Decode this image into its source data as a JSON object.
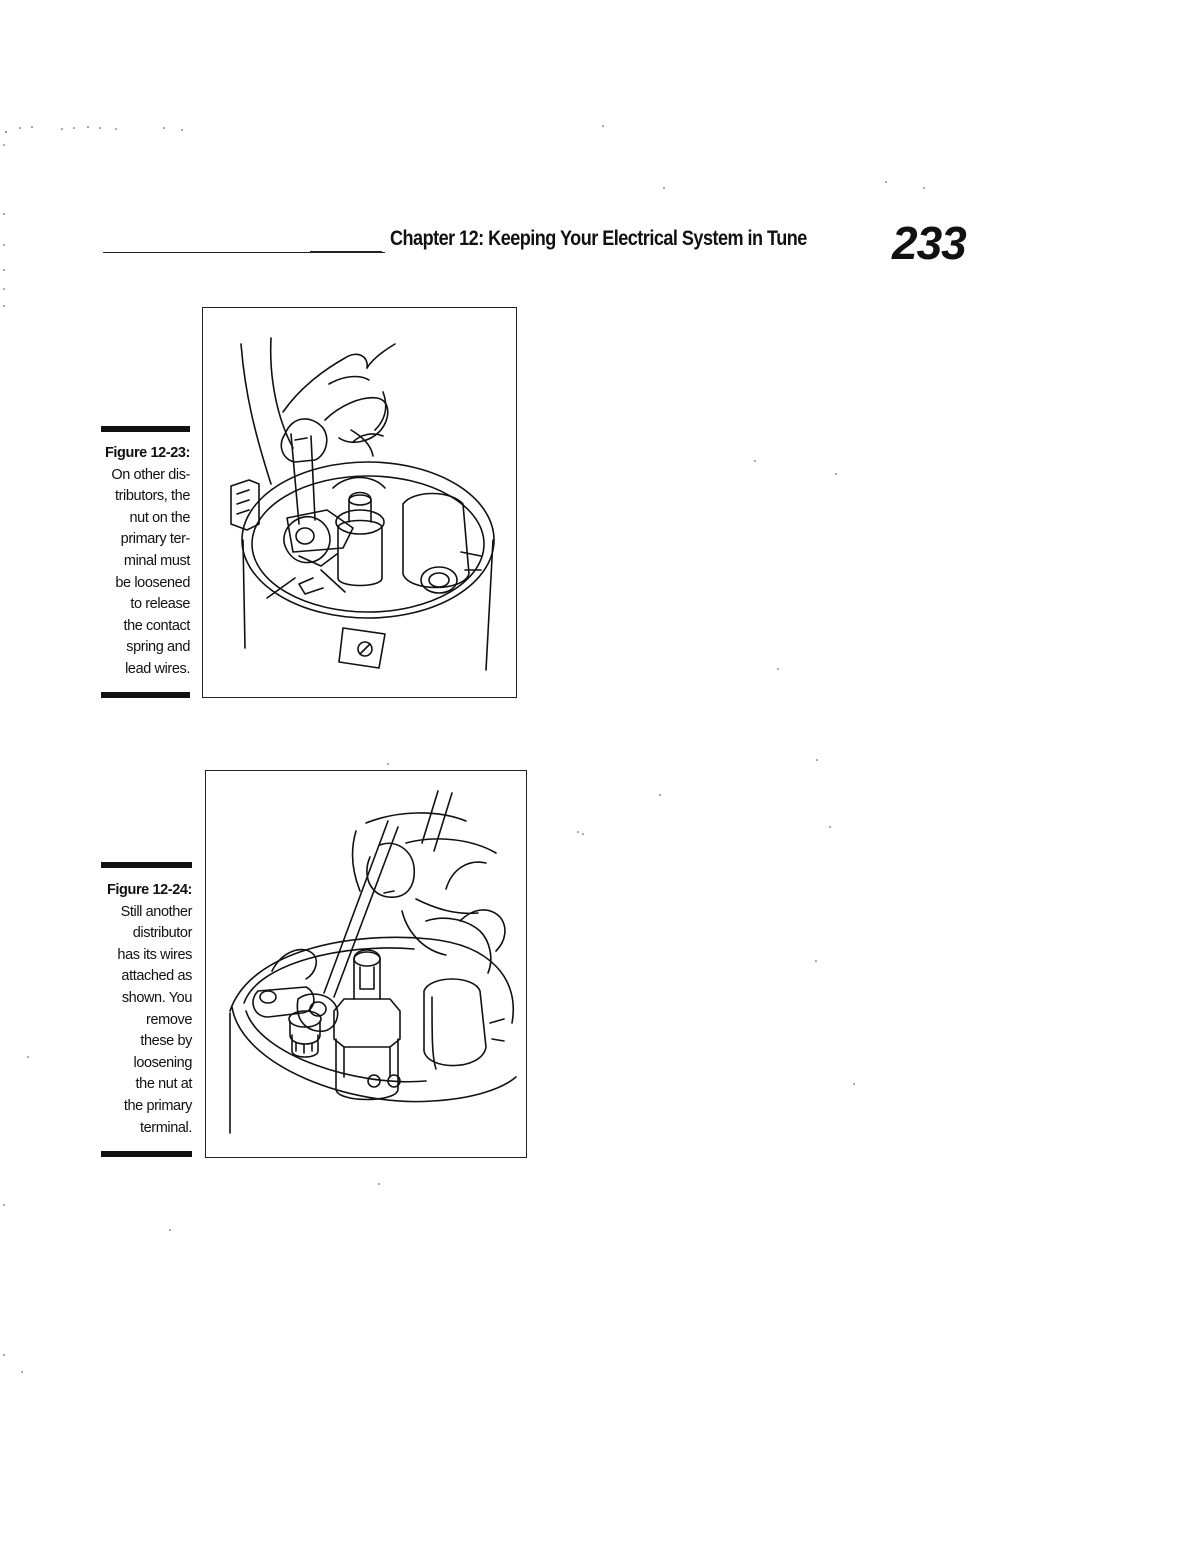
{
  "header": {
    "chapter_title": "Chapter 12: Keeping Your Electrical System in Tune",
    "page_number": "233"
  },
  "figures": [
    {
      "label": "Figure 12-23:",
      "caption_lines": [
        "On other dis-",
        "tributors, the",
        "nut on the",
        "primary ter-",
        "minal must",
        "be loosened",
        "to release",
        "the contact",
        "spring and",
        "lead wires."
      ],
      "illustration": "hand-wrench-loosening-primary-terminal-nut"
    },
    {
      "label": "Figure 12-24:",
      "caption_lines": [
        "Still another",
        "distributor",
        "has its wires",
        "attached as",
        "shown. You",
        "remove",
        "these by",
        "loosening",
        "the nut at",
        "the primary",
        "terminal."
      ],
      "illustration": "hand-wrench-distributor-wires"
    }
  ]
}
